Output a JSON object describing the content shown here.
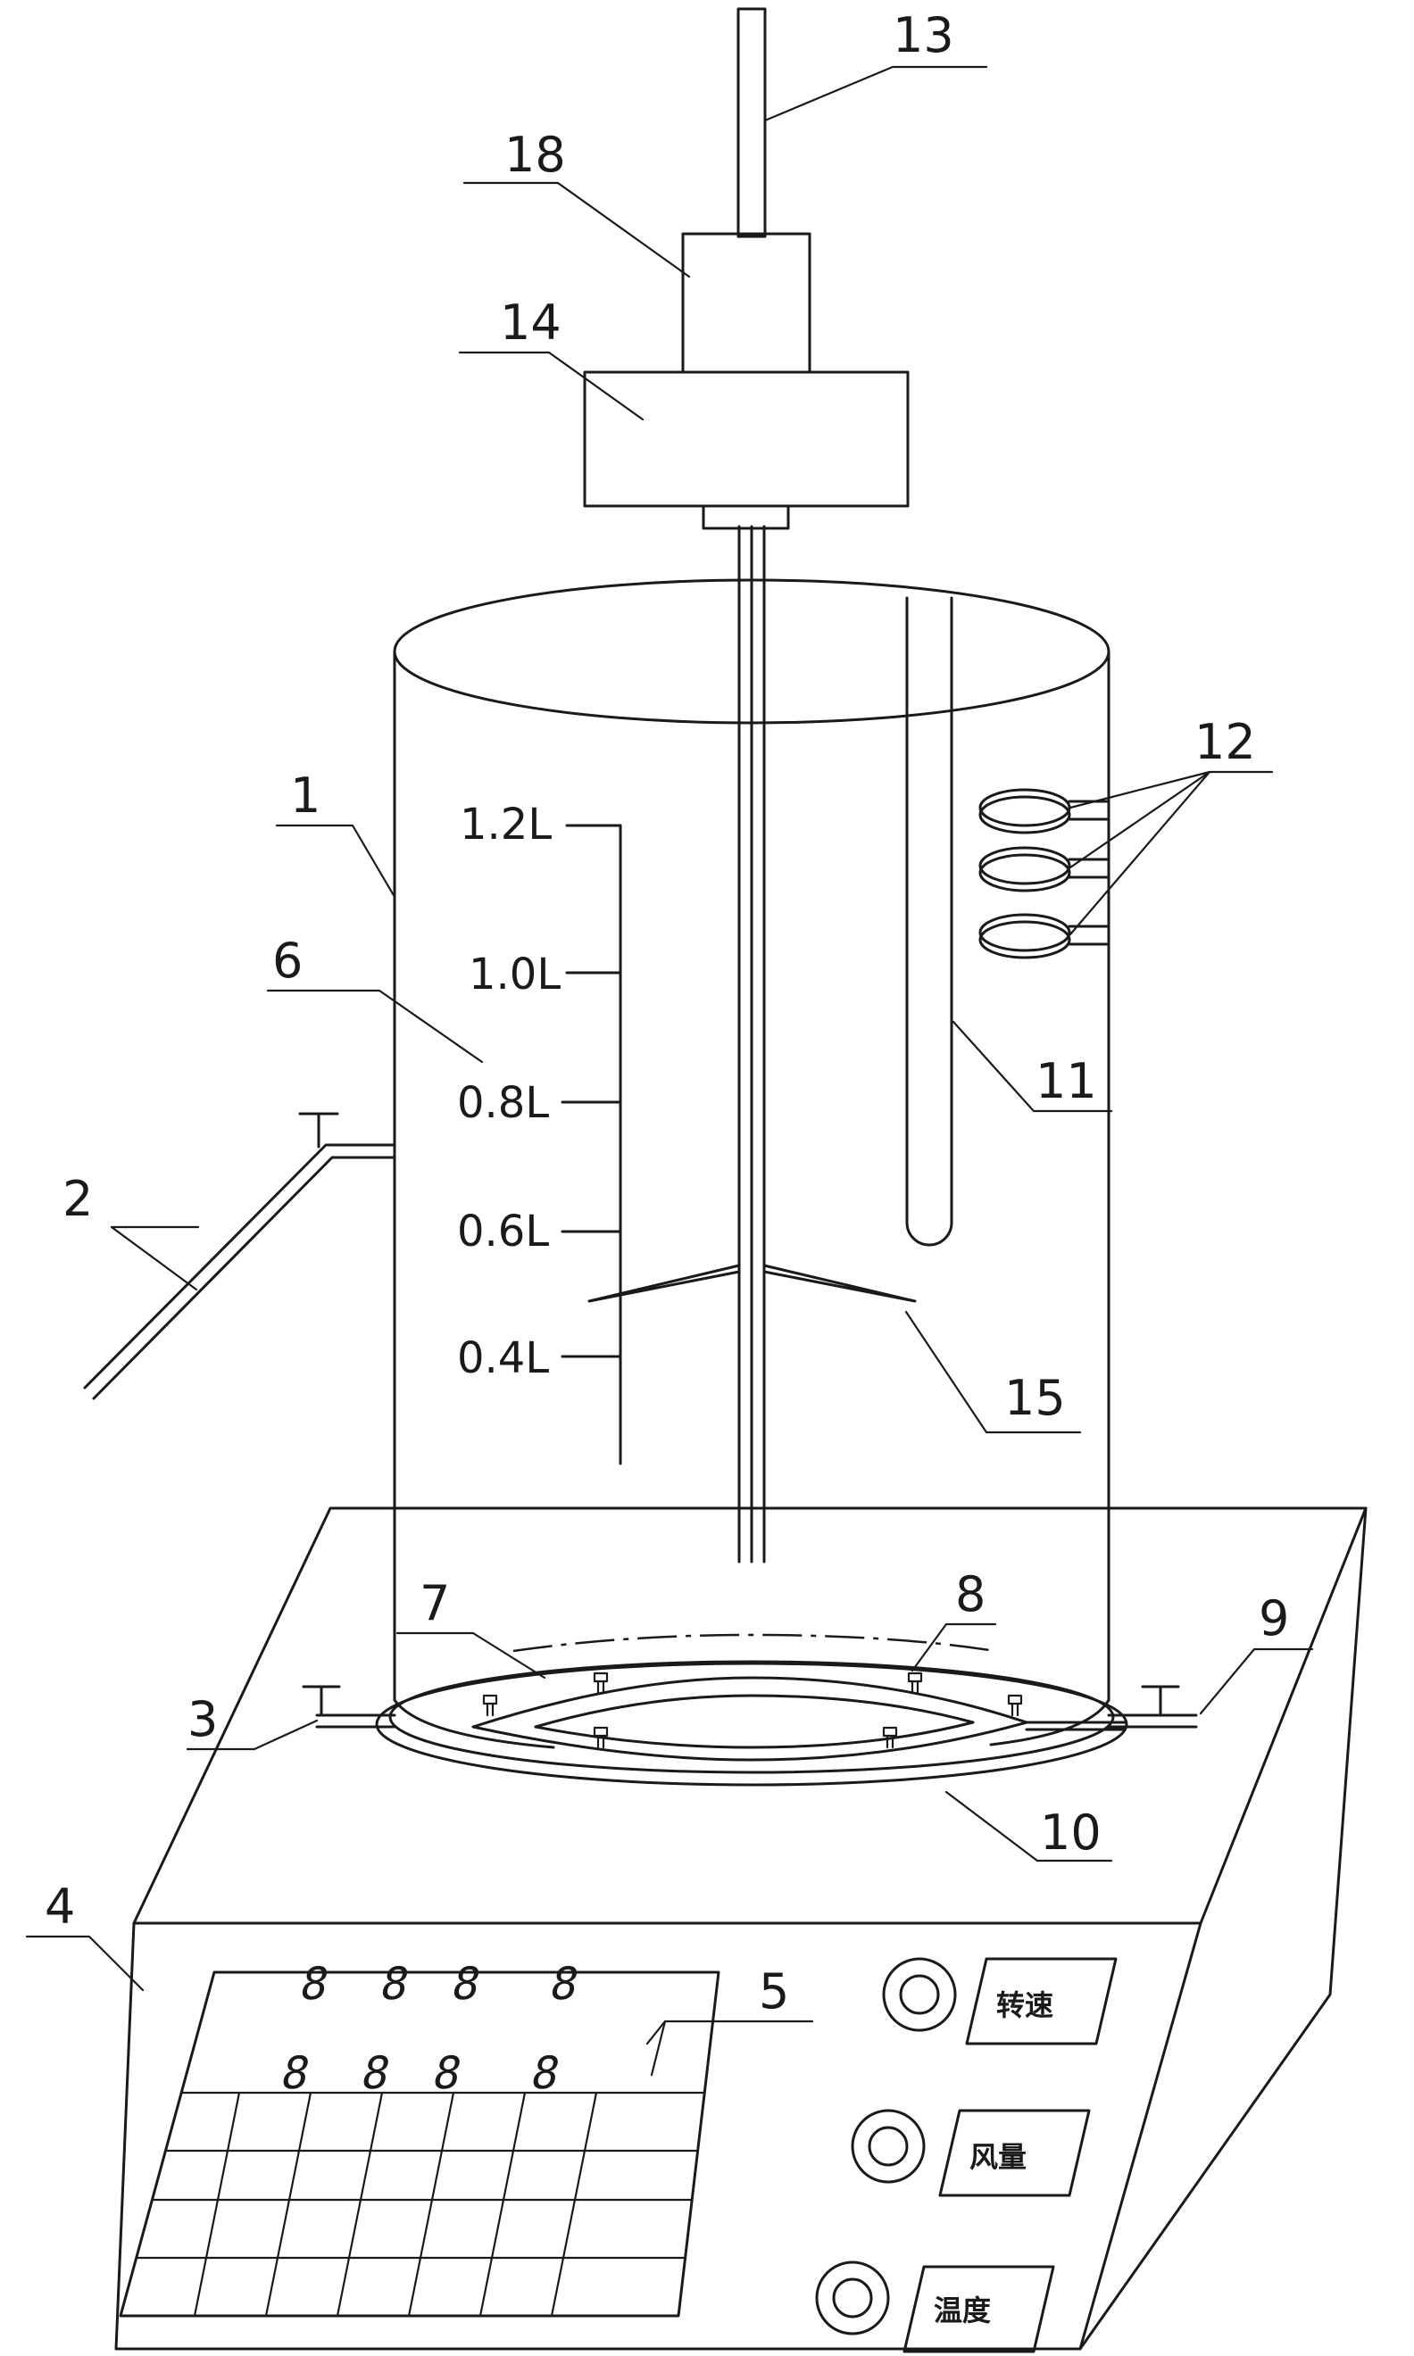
{
  "part_numbers": {
    "p1": "1",
    "p2": "2",
    "p3": "3",
    "p4": "4",
    "p5": "5",
    "p6": "6",
    "p7": "7",
    "p8": "8",
    "p9": "9",
    "p10": "10",
    "p11": "11",
    "p12": "12",
    "p13": "13",
    "p14": "14",
    "p15": "15",
    "p18": "18"
  },
  "graduations": [
    "1.2L",
    "1.0L",
    "0.8L",
    "0.6L",
    "0.4L"
  ],
  "buttons": {
    "speed": "转速",
    "air_volume": "风量",
    "temperature": "温度"
  }
}
